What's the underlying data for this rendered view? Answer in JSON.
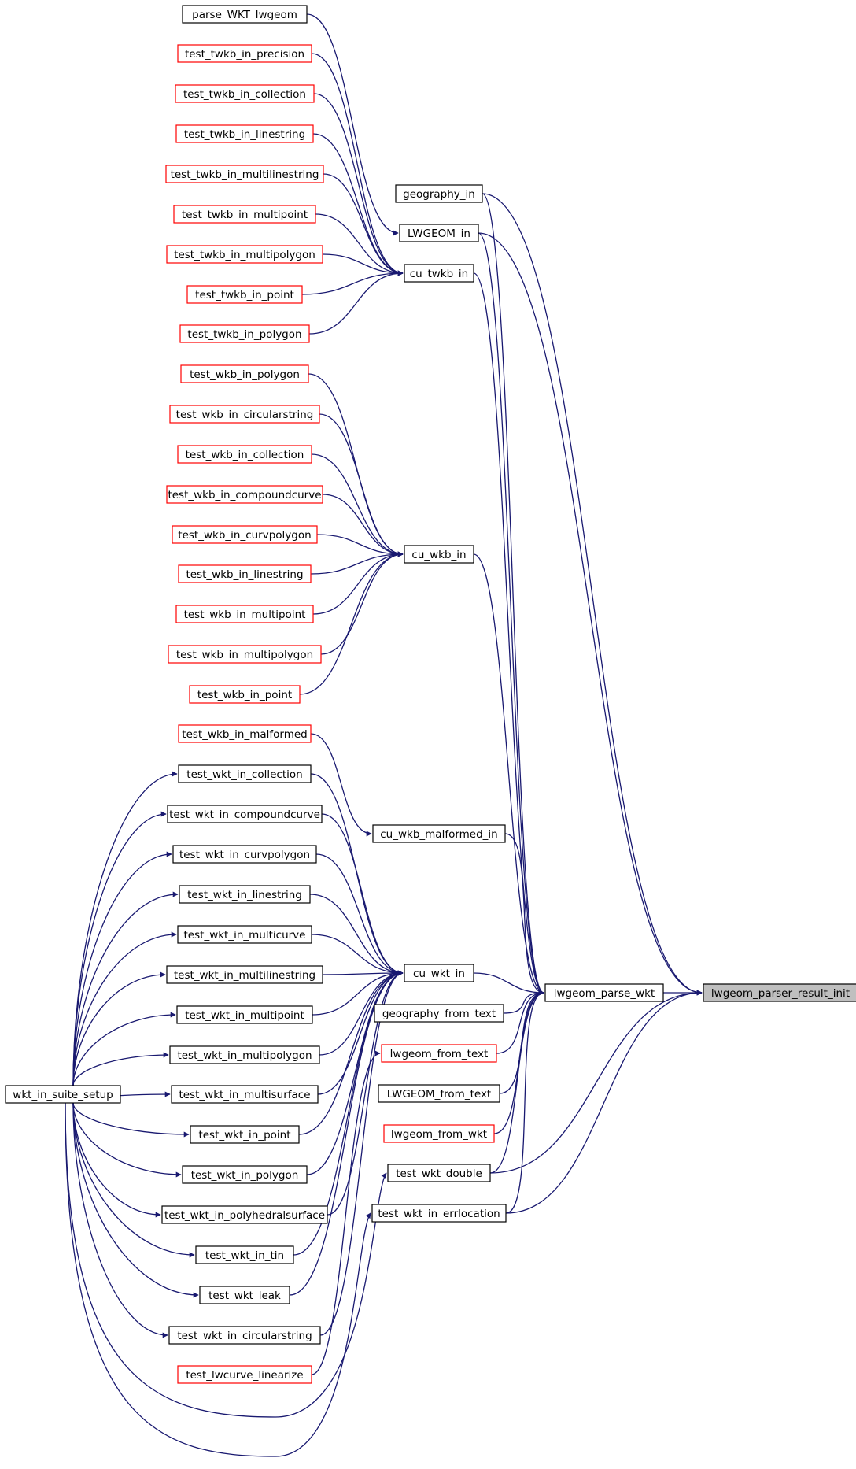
{
  "diagram": {
    "colors": {
      "edge": "#191970",
      "black_border": "#000000",
      "red_border": "#ff0000",
      "highlight_fill": "#bfbfbf",
      "fill": "#ffffff",
      "text": "#000000"
    },
    "nodes": [
      {
        "id": "parse_wkt_lwgeom",
        "label": "parse_WKT_lwgeom",
        "style": "black"
      },
      {
        "id": "twkb_precision",
        "label": "test_twkb_in_precision",
        "style": "red"
      },
      {
        "id": "twkb_collection",
        "label": "test_twkb_in_collection",
        "style": "red"
      },
      {
        "id": "twkb_linestring",
        "label": "test_twkb_in_linestring",
        "style": "red"
      },
      {
        "id": "twkb_multilinestring",
        "label": "test_twkb_in_multilinestring",
        "style": "red"
      },
      {
        "id": "twkb_multipoint",
        "label": "test_twkb_in_multipoint",
        "style": "red"
      },
      {
        "id": "twkb_multipolygon",
        "label": "test_twkb_in_multipolygon",
        "style": "red"
      },
      {
        "id": "twkb_point",
        "label": "test_twkb_in_point",
        "style": "red"
      },
      {
        "id": "twkb_polygon",
        "label": "test_twkb_in_polygon",
        "style": "red"
      },
      {
        "id": "wkb_polygon",
        "label": "test_wkb_in_polygon",
        "style": "red"
      },
      {
        "id": "wkb_circularstring",
        "label": "test_wkb_in_circularstring",
        "style": "red"
      },
      {
        "id": "wkb_collection",
        "label": "test_wkb_in_collection",
        "style": "red"
      },
      {
        "id": "wkb_compoundcurve",
        "label": "test_wkb_in_compoundcurve",
        "style": "red"
      },
      {
        "id": "wkb_curvpolygon",
        "label": "test_wkb_in_curvpolygon",
        "style": "red"
      },
      {
        "id": "wkb_linestring",
        "label": "test_wkb_in_linestring",
        "style": "red"
      },
      {
        "id": "wkb_multipoint",
        "label": "test_wkb_in_multipoint",
        "style": "red"
      },
      {
        "id": "wkb_multipolygon",
        "label": "test_wkb_in_multipolygon",
        "style": "red"
      },
      {
        "id": "wkb_point",
        "label": "test_wkb_in_point",
        "style": "red"
      },
      {
        "id": "wkb_malformed",
        "label": "test_wkb_in_malformed",
        "style": "red"
      },
      {
        "id": "wkt_collection",
        "label": "test_wkt_in_collection",
        "style": "black"
      },
      {
        "id": "wkt_compoundcurve",
        "label": "test_wkt_in_compoundcurve",
        "style": "black"
      },
      {
        "id": "wkt_curvpolygon",
        "label": "test_wkt_in_curvpolygon",
        "style": "black"
      },
      {
        "id": "wkt_linestring",
        "label": "test_wkt_in_linestring",
        "style": "black"
      },
      {
        "id": "wkt_multicurve",
        "label": "test_wkt_in_multicurve",
        "style": "black"
      },
      {
        "id": "wkt_multilinestring",
        "label": "test_wkt_in_multilinestring",
        "style": "black"
      },
      {
        "id": "wkt_multipoint",
        "label": "test_wkt_in_multipoint",
        "style": "black"
      },
      {
        "id": "wkt_multipolygon",
        "label": "test_wkt_in_multipolygon",
        "style": "black"
      },
      {
        "id": "wkt_multisurface",
        "label": "test_wkt_in_multisurface",
        "style": "black"
      },
      {
        "id": "wkt_point",
        "label": "test_wkt_in_point",
        "style": "black"
      },
      {
        "id": "wkt_polygon",
        "label": "test_wkt_in_polygon",
        "style": "black"
      },
      {
        "id": "wkt_polyhedralsurface",
        "label": "test_wkt_in_polyhedralsurface",
        "style": "black"
      },
      {
        "id": "wkt_tin",
        "label": "test_wkt_in_tin",
        "style": "black"
      },
      {
        "id": "wkt_leak",
        "label": "test_wkt_leak",
        "style": "black"
      },
      {
        "id": "wkt_circularstring",
        "label": "test_wkt_in_circularstring",
        "style": "black"
      },
      {
        "id": "lwcurve_linearize",
        "label": "test_lwcurve_linearize",
        "style": "red"
      },
      {
        "id": "wkt_suite_setup",
        "label": "wkt_in_suite_setup",
        "style": "black"
      },
      {
        "id": "geography_in",
        "label": "geography_in",
        "style": "black"
      },
      {
        "id": "LWGEOM_in",
        "label": "LWGEOM_in",
        "style": "black"
      },
      {
        "id": "cu_twkb_in",
        "label": "cu_twkb_in",
        "style": "black"
      },
      {
        "id": "cu_wkb_in",
        "label": "cu_wkb_in",
        "style": "black"
      },
      {
        "id": "cu_wkb_malformed_in",
        "label": "cu_wkb_malformed_in",
        "style": "black"
      },
      {
        "id": "cu_wkt_in",
        "label": "cu_wkt_in",
        "style": "black"
      },
      {
        "id": "geography_from_text",
        "label": "geography_from_text",
        "style": "black"
      },
      {
        "id": "lwgeom_from_text",
        "label": "lwgeom_from_text",
        "style": "red"
      },
      {
        "id": "LWGEOM_from_text",
        "label": "LWGEOM_from_text",
        "style": "black"
      },
      {
        "id": "lwgeom_from_wkt",
        "label": "lwgeom_from_wkt",
        "style": "red"
      },
      {
        "id": "test_wkt_double",
        "label": "test_wkt_double",
        "style": "black"
      },
      {
        "id": "wkt_errlocation",
        "label": "test_wkt_in_errlocation",
        "style": "black"
      },
      {
        "id": "lwgeom_parse_wkt",
        "label": "lwgeom_parse_wkt",
        "style": "black"
      },
      {
        "id": "result_init",
        "label": "lwgeom_parser_result_init",
        "style": "highlight"
      }
    ],
    "edges": [
      [
        "parse_wkt_lwgeom",
        "LWGEOM_in"
      ],
      [
        "twkb_precision",
        "cu_twkb_in"
      ],
      [
        "twkb_collection",
        "cu_twkb_in"
      ],
      [
        "twkb_linestring",
        "cu_twkb_in"
      ],
      [
        "twkb_multilinestring",
        "cu_twkb_in"
      ],
      [
        "twkb_multipoint",
        "cu_twkb_in"
      ],
      [
        "twkb_multipolygon",
        "cu_twkb_in"
      ],
      [
        "twkb_point",
        "cu_twkb_in"
      ],
      [
        "twkb_polygon",
        "cu_twkb_in"
      ],
      [
        "wkb_polygon",
        "cu_wkb_in"
      ],
      [
        "wkb_circularstring",
        "cu_wkb_in"
      ],
      [
        "wkb_collection",
        "cu_wkb_in"
      ],
      [
        "wkb_compoundcurve",
        "cu_wkb_in"
      ],
      [
        "wkb_curvpolygon",
        "cu_wkb_in"
      ],
      [
        "wkb_linestring",
        "cu_wkb_in"
      ],
      [
        "wkb_multipoint",
        "cu_wkb_in"
      ],
      [
        "wkb_multipolygon",
        "cu_wkb_in"
      ],
      [
        "wkb_point",
        "cu_wkb_in"
      ],
      [
        "wkb_malformed",
        "cu_wkb_malformed_in"
      ],
      [
        "wkt_collection",
        "cu_wkt_in"
      ],
      [
        "wkt_compoundcurve",
        "cu_wkt_in"
      ],
      [
        "wkt_curvpolygon",
        "cu_wkt_in"
      ],
      [
        "wkt_linestring",
        "cu_wkt_in"
      ],
      [
        "wkt_multicurve",
        "cu_wkt_in"
      ],
      [
        "wkt_multilinestring",
        "cu_wkt_in"
      ],
      [
        "wkt_multipoint",
        "cu_wkt_in"
      ],
      [
        "wkt_multipolygon",
        "cu_wkt_in"
      ],
      [
        "wkt_multisurface",
        "cu_wkt_in"
      ],
      [
        "wkt_point",
        "cu_wkt_in"
      ],
      [
        "wkt_polygon",
        "cu_wkt_in"
      ],
      [
        "wkt_polyhedralsurface",
        "cu_wkt_in"
      ],
      [
        "wkt_tin",
        "cu_wkt_in"
      ],
      [
        "wkt_leak",
        "cu_wkt_in"
      ],
      [
        "wkt_circularstring",
        "cu_wkt_in"
      ],
      [
        "lwcurve_linearize",
        "lwgeom_from_text"
      ],
      [
        "wkt_suite_setup",
        "wkt_collection"
      ],
      [
        "wkt_suite_setup",
        "wkt_compoundcurve"
      ],
      [
        "wkt_suite_setup",
        "wkt_curvpolygon"
      ],
      [
        "wkt_suite_setup",
        "wkt_linestring"
      ],
      [
        "wkt_suite_setup",
        "wkt_multicurve"
      ],
      [
        "wkt_suite_setup",
        "wkt_multilinestring"
      ],
      [
        "wkt_suite_setup",
        "wkt_multipoint"
      ],
      [
        "wkt_suite_setup",
        "wkt_multipolygon"
      ],
      [
        "wkt_suite_setup",
        "wkt_multisurface"
      ],
      [
        "wkt_suite_setup",
        "wkt_point"
      ],
      [
        "wkt_suite_setup",
        "wkt_polygon"
      ],
      [
        "wkt_suite_setup",
        "wkt_polyhedralsurface"
      ],
      [
        "wkt_suite_setup",
        "wkt_tin"
      ],
      [
        "wkt_suite_setup",
        "wkt_leak"
      ],
      [
        "wkt_suite_setup",
        "wkt_circularstring"
      ],
      [
        "wkt_suite_setup",
        "test_wkt_double"
      ],
      [
        "wkt_suite_setup",
        "wkt_errlocation"
      ],
      [
        "geography_in",
        "lwgeom_parse_wkt"
      ],
      [
        "geography_in",
        "result_init"
      ],
      [
        "LWGEOM_in",
        "lwgeom_parse_wkt"
      ],
      [
        "LWGEOM_in",
        "result_init"
      ],
      [
        "cu_twkb_in",
        "lwgeom_parse_wkt"
      ],
      [
        "cu_wkb_in",
        "lwgeom_parse_wkt"
      ],
      [
        "cu_wkb_malformed_in",
        "lwgeom_parse_wkt"
      ],
      [
        "cu_wkt_in",
        "lwgeom_parse_wkt"
      ],
      [
        "geography_from_text",
        "lwgeom_parse_wkt"
      ],
      [
        "lwgeom_from_text",
        "lwgeom_parse_wkt"
      ],
      [
        "LWGEOM_from_text",
        "lwgeom_parse_wkt"
      ],
      [
        "lwgeom_from_wkt",
        "lwgeom_parse_wkt"
      ],
      [
        "test_wkt_double",
        "lwgeom_parse_wkt"
      ],
      [
        "test_wkt_double",
        "result_init"
      ],
      [
        "wkt_errlocation",
        "lwgeom_parse_wkt"
      ],
      [
        "wkt_errlocation",
        "result_init"
      ],
      [
        "lwgeom_parse_wkt",
        "result_init"
      ]
    ]
  }
}
